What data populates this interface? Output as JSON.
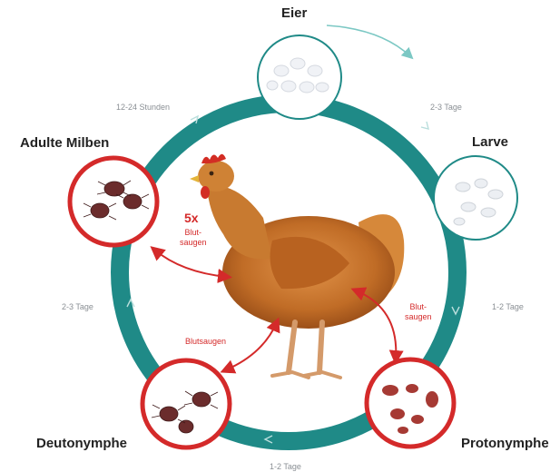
{
  "stages": {
    "eggs": "Eier",
    "larva": "Larve",
    "protonymph": "Protonymphe",
    "deutonymph": "Deutonymphe",
    "adult": "Adulte Milben"
  },
  "durations": {
    "adult_to_eggs": "12-24 Stunden",
    "eggs_to_larva": "2-3 Tage",
    "larva_to_protonymph": "1-2 Tage",
    "protonymph_to_deutonymph": "1-2 Tage",
    "deutonymph_to_adult": "2-3 Tage"
  },
  "feeding": {
    "adult_count": "5x",
    "adult_label_line1": "Blut-",
    "adult_label_line2": "saugen",
    "deutonymph_label": "Blutsaugen",
    "protonymph_label_line1": "Blut-",
    "protonymph_label_line2": "saugen"
  },
  "colors": {
    "cycle_ring": "#1f8a87",
    "highlight_red": "#d42a2a",
    "neutral_circle_border": "#1f8a87",
    "hen_body": "#c9772b",
    "hen_comb": "#d32d24",
    "mite": "#6b2c2c"
  }
}
